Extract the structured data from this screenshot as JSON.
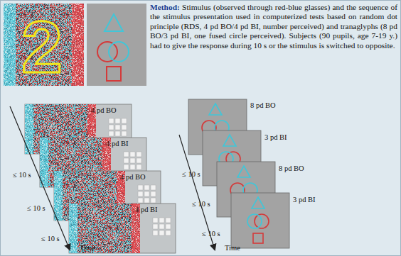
{
  "diagram": {
    "labels": [
      "2",
      "Method:",
      "Stimulus (observed through red-blue glasses) and the sequence of the stimulus presentation used in computerized tests based on random dot principle (RDS, 4 pd BO/4 pd BI, number perceived) and tranaglyphs (8 pd BO/3 pd BI, one fused circle perceived). Subjects (90 pupils, age 7-19 y.) had to give the response during 10 s or the stimulus is switched to opposite.",
      "4 pd BO",
      "4 pd BI",
      "4 pd BO",
      "4 pd BI",
      "≤ 10 s",
      "≤ 10 s",
      "≤ 10 s",
      "Time",
      "8 pd BO",
      "3 pd BI",
      "8 pd BO",
      "3 pd BI",
      "≤ 10 s",
      "≤ 10 s",
      "≤ 10 s",
      "Time"
    ]
  }
}
